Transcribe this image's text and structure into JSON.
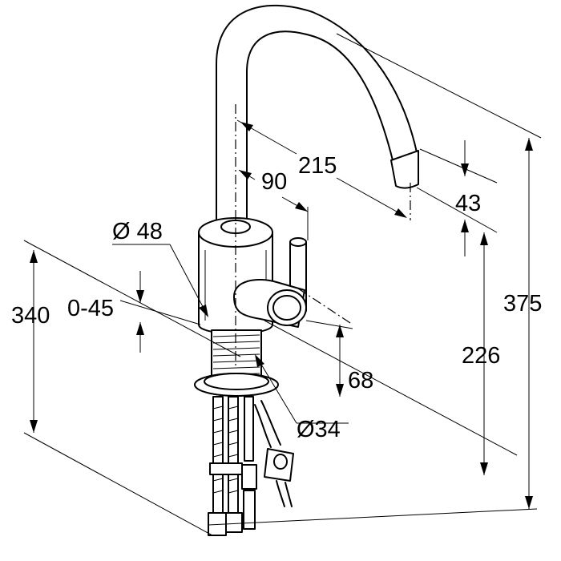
{
  "dimensions": {
    "spout_reach": "215",
    "handle_offset": "90",
    "body_diameter": "Ø 48",
    "adjust_range": "0-45",
    "total_height": "375",
    "spout_clearance": "226",
    "spout_tip": "43",
    "deck_height": "340",
    "handle_height": "68",
    "shank_diameter": "Ø34"
  }
}
